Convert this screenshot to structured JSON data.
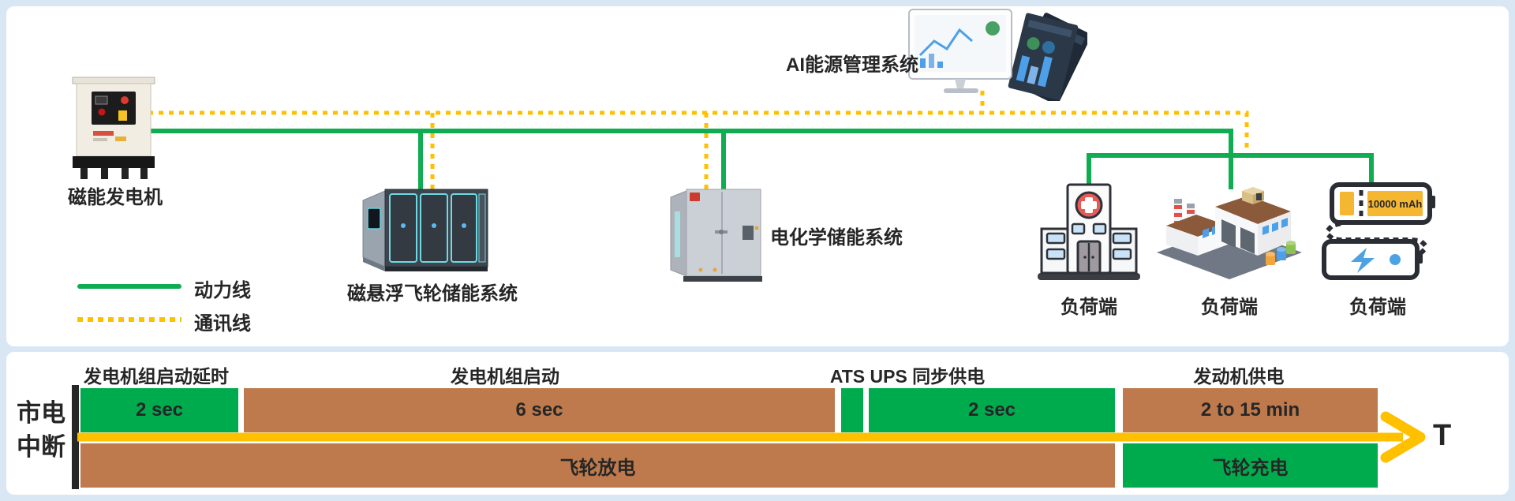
{
  "top": {
    "generator_label": "磁能发电机",
    "ai_system_label": "AI能源管理系统",
    "flywheel_label": "磁悬浮飞轮储能系统",
    "electrochemical_label": "电化学储能系统",
    "loads": [
      "负荷端",
      "负荷端",
      "负荷端"
    ],
    "powerbank_capacity": "10000 mAh",
    "legend": {
      "power_line": "动力线",
      "comm_line": "通讯线"
    }
  },
  "timeline": {
    "interrupt_label": [
      "市电",
      "中断"
    ],
    "axis_label": "T",
    "phases": [
      "发电机组启动延时",
      "发电机组启动",
      "ATS UPS 同步供电",
      "发动机供电"
    ],
    "top_row": [
      {
        "label": "2 sec",
        "color": "green"
      },
      {
        "label": "6 sec",
        "color": "brown"
      },
      {
        "label": "",
        "color": "green"
      },
      {
        "label": "2 sec",
        "color": "green"
      },
      {
        "label": "2 to 15 min",
        "color": "brown"
      }
    ],
    "bottom_row": [
      {
        "label": "飞轮放电",
        "color": "brown"
      },
      {
        "label": "飞轮充电",
        "color": "green"
      }
    ]
  },
  "colors": {
    "power_line": "#0fac51",
    "comm_line": "#ffc000",
    "bar_green": "#00ab4e",
    "bar_brown": "#be7a4c",
    "time_arrow": "#ffc000",
    "text": "#262626"
  }
}
